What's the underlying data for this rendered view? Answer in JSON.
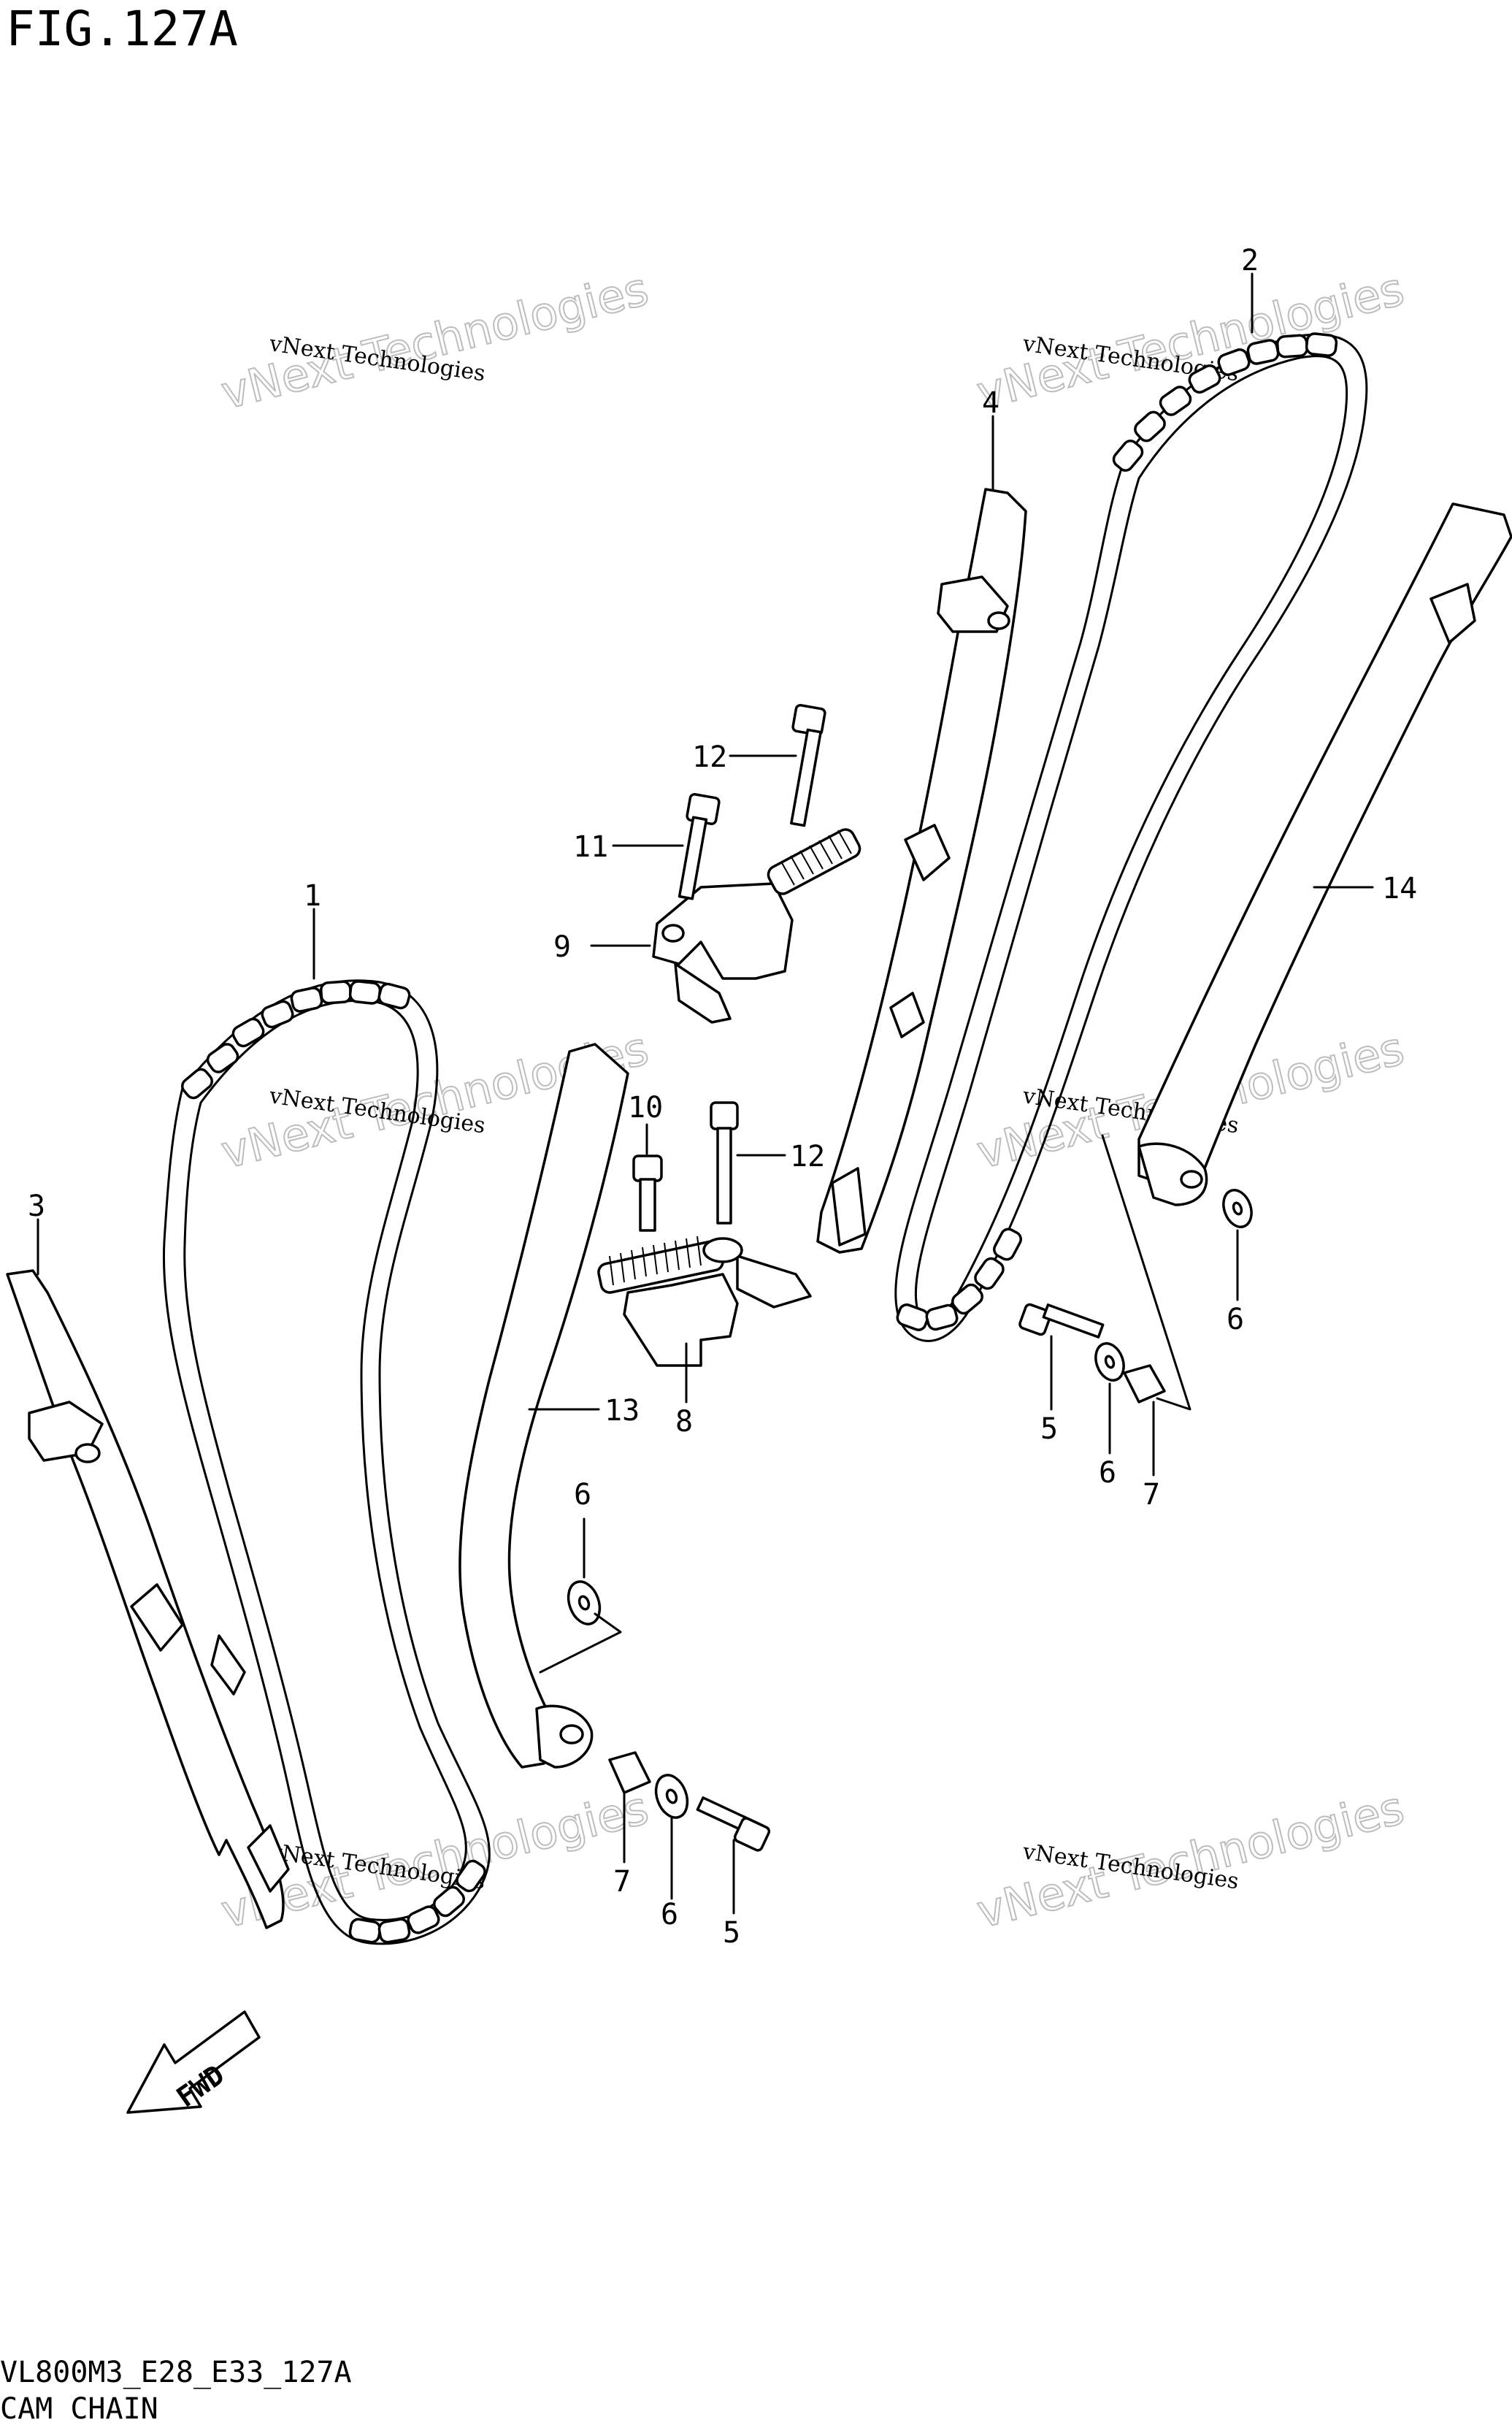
{
  "figure": {
    "title": "FIG.127A",
    "code": "VL800M3_E28_E33_127A",
    "name": "CAM CHAIN"
  },
  "watermark": {
    "line1": "vNext Technologies",
    "line2": "vNext Technologies"
  },
  "fwd_label": "FWD",
  "callouts": [
    {
      "id": "c1",
      "text": "1",
      "part": "cam-chain-front"
    },
    {
      "id": "c2",
      "text": "2",
      "part": "cam-chain-rear"
    },
    {
      "id": "c3",
      "text": "3",
      "part": "chain-guide-front"
    },
    {
      "id": "c4",
      "text": "4",
      "part": "chain-guide-rear"
    },
    {
      "id": "c5a",
      "text": "5",
      "part": "bolt"
    },
    {
      "id": "c5b",
      "text": "5",
      "part": "bolt"
    },
    {
      "id": "c6a",
      "text": "6",
      "part": "washer"
    },
    {
      "id": "c6b",
      "text": "6",
      "part": "washer"
    },
    {
      "id": "c6c",
      "text": "6",
      "part": "washer"
    },
    {
      "id": "c6d",
      "text": "6",
      "part": "washer"
    },
    {
      "id": "c7a",
      "text": "7",
      "part": "spacer"
    },
    {
      "id": "c7b",
      "text": "7",
      "part": "spacer"
    },
    {
      "id": "c8",
      "text": "8",
      "part": "tensioner-front"
    },
    {
      "id": "c9",
      "text": "9",
      "part": "tensioner-rear"
    },
    {
      "id": "c10",
      "text": "10",
      "part": "tensioner-bolt"
    },
    {
      "id": "c11",
      "text": "11",
      "part": "tensioner-bolt"
    },
    {
      "id": "c12a",
      "text": "12",
      "part": "tensioner-bolt-long"
    },
    {
      "id": "c12b",
      "text": "12",
      "part": "tensioner-bolt-long"
    },
    {
      "id": "c13",
      "text": "13",
      "part": "tensioner-adjuster-front"
    },
    {
      "id": "c14",
      "text": "14",
      "part": "tensioner-adjuster-rear"
    }
  ]
}
